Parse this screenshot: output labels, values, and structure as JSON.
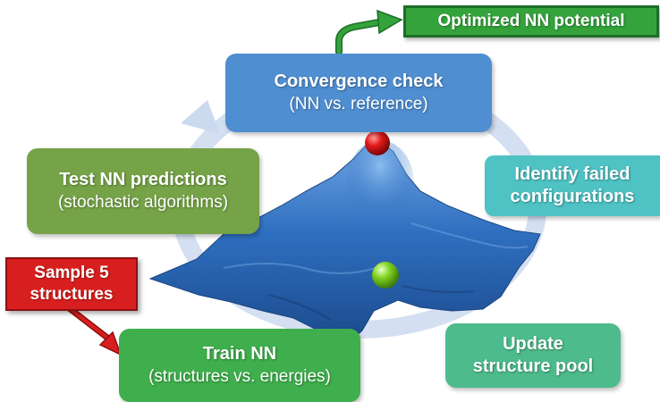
{
  "cycle_boxes": {
    "convergence": {
      "title": "Convergence check",
      "subtitle": "(NN vs. reference)",
      "color": "#4f8ed1"
    },
    "test": {
      "title": "Test NN predictions",
      "subtitle": "(stochastic algorithms)",
      "color": "#76a347"
    },
    "identify": {
      "line1": "Identify failed",
      "line2": "configurations",
      "color": "#4fc2c4"
    },
    "update": {
      "line1": "Update",
      "line2": "structure pool",
      "color": "#4dbb8c"
    },
    "train": {
      "title": "Train NN",
      "subtitle": "(structures vs. energies)",
      "color": "#3fae4c"
    }
  },
  "output_box": {
    "label": "Optimized NN potential",
    "color": "#34a33c"
  },
  "input_box": {
    "line1": "Sample 5",
    "line2": "structures",
    "color": "#d81f1f"
  },
  "landscape": {
    "surface_color": "#2f6fc0",
    "maximum_marker_color": "#e31b1b",
    "minimum_marker_color": "#7ed321"
  },
  "cycle_arrow_color": "#ccdaef"
}
